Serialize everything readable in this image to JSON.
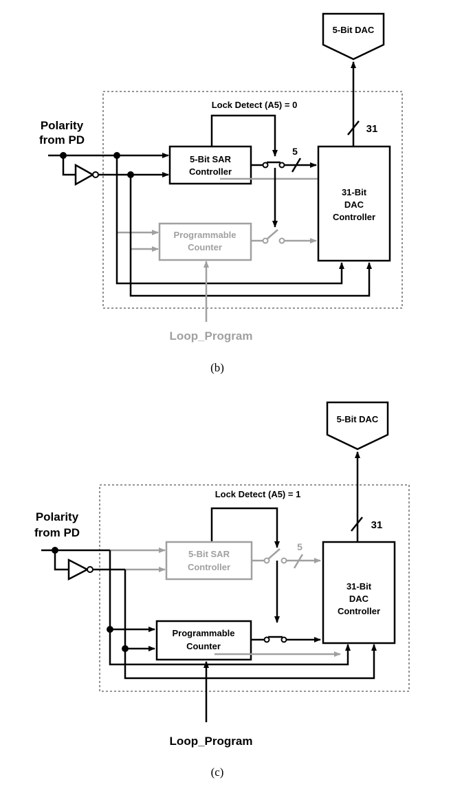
{
  "panel_b": {
    "dac_label": "5-Bit DAC",
    "lock_detect": "Lock Detect (A5) = 0",
    "polarity": [
      "Polarity",
      "from PD"
    ],
    "sar_label": [
      "5-Bit SAR",
      "Controller"
    ],
    "counter_label": [
      "Programmable",
      "Counter"
    ],
    "dac_ctrl_label": [
      "31-Bit",
      "DAC",
      "Controller"
    ],
    "bus_sar": "5",
    "bus_dac": "31",
    "loop_program": "Loop_Program",
    "caption": "(b)"
  },
  "panel_c": {
    "dac_label": "5-Bit DAC",
    "lock_detect": "Lock Detect (A5) = 1",
    "polarity": [
      "Polarity",
      "from PD"
    ],
    "sar_label": [
      "5-Bit SAR",
      "Controller"
    ],
    "counter_label": [
      "Programmable",
      "Counter"
    ],
    "dac_ctrl_label": [
      "31-Bit",
      "DAC",
      "Controller"
    ],
    "bus_sar": "5",
    "bus_dac": "31",
    "loop_program": "Loop_Program",
    "caption": "(c)"
  },
  "colors": {
    "active": "#000000",
    "inactive": "#a0a0a0",
    "border": "#555555"
  }
}
